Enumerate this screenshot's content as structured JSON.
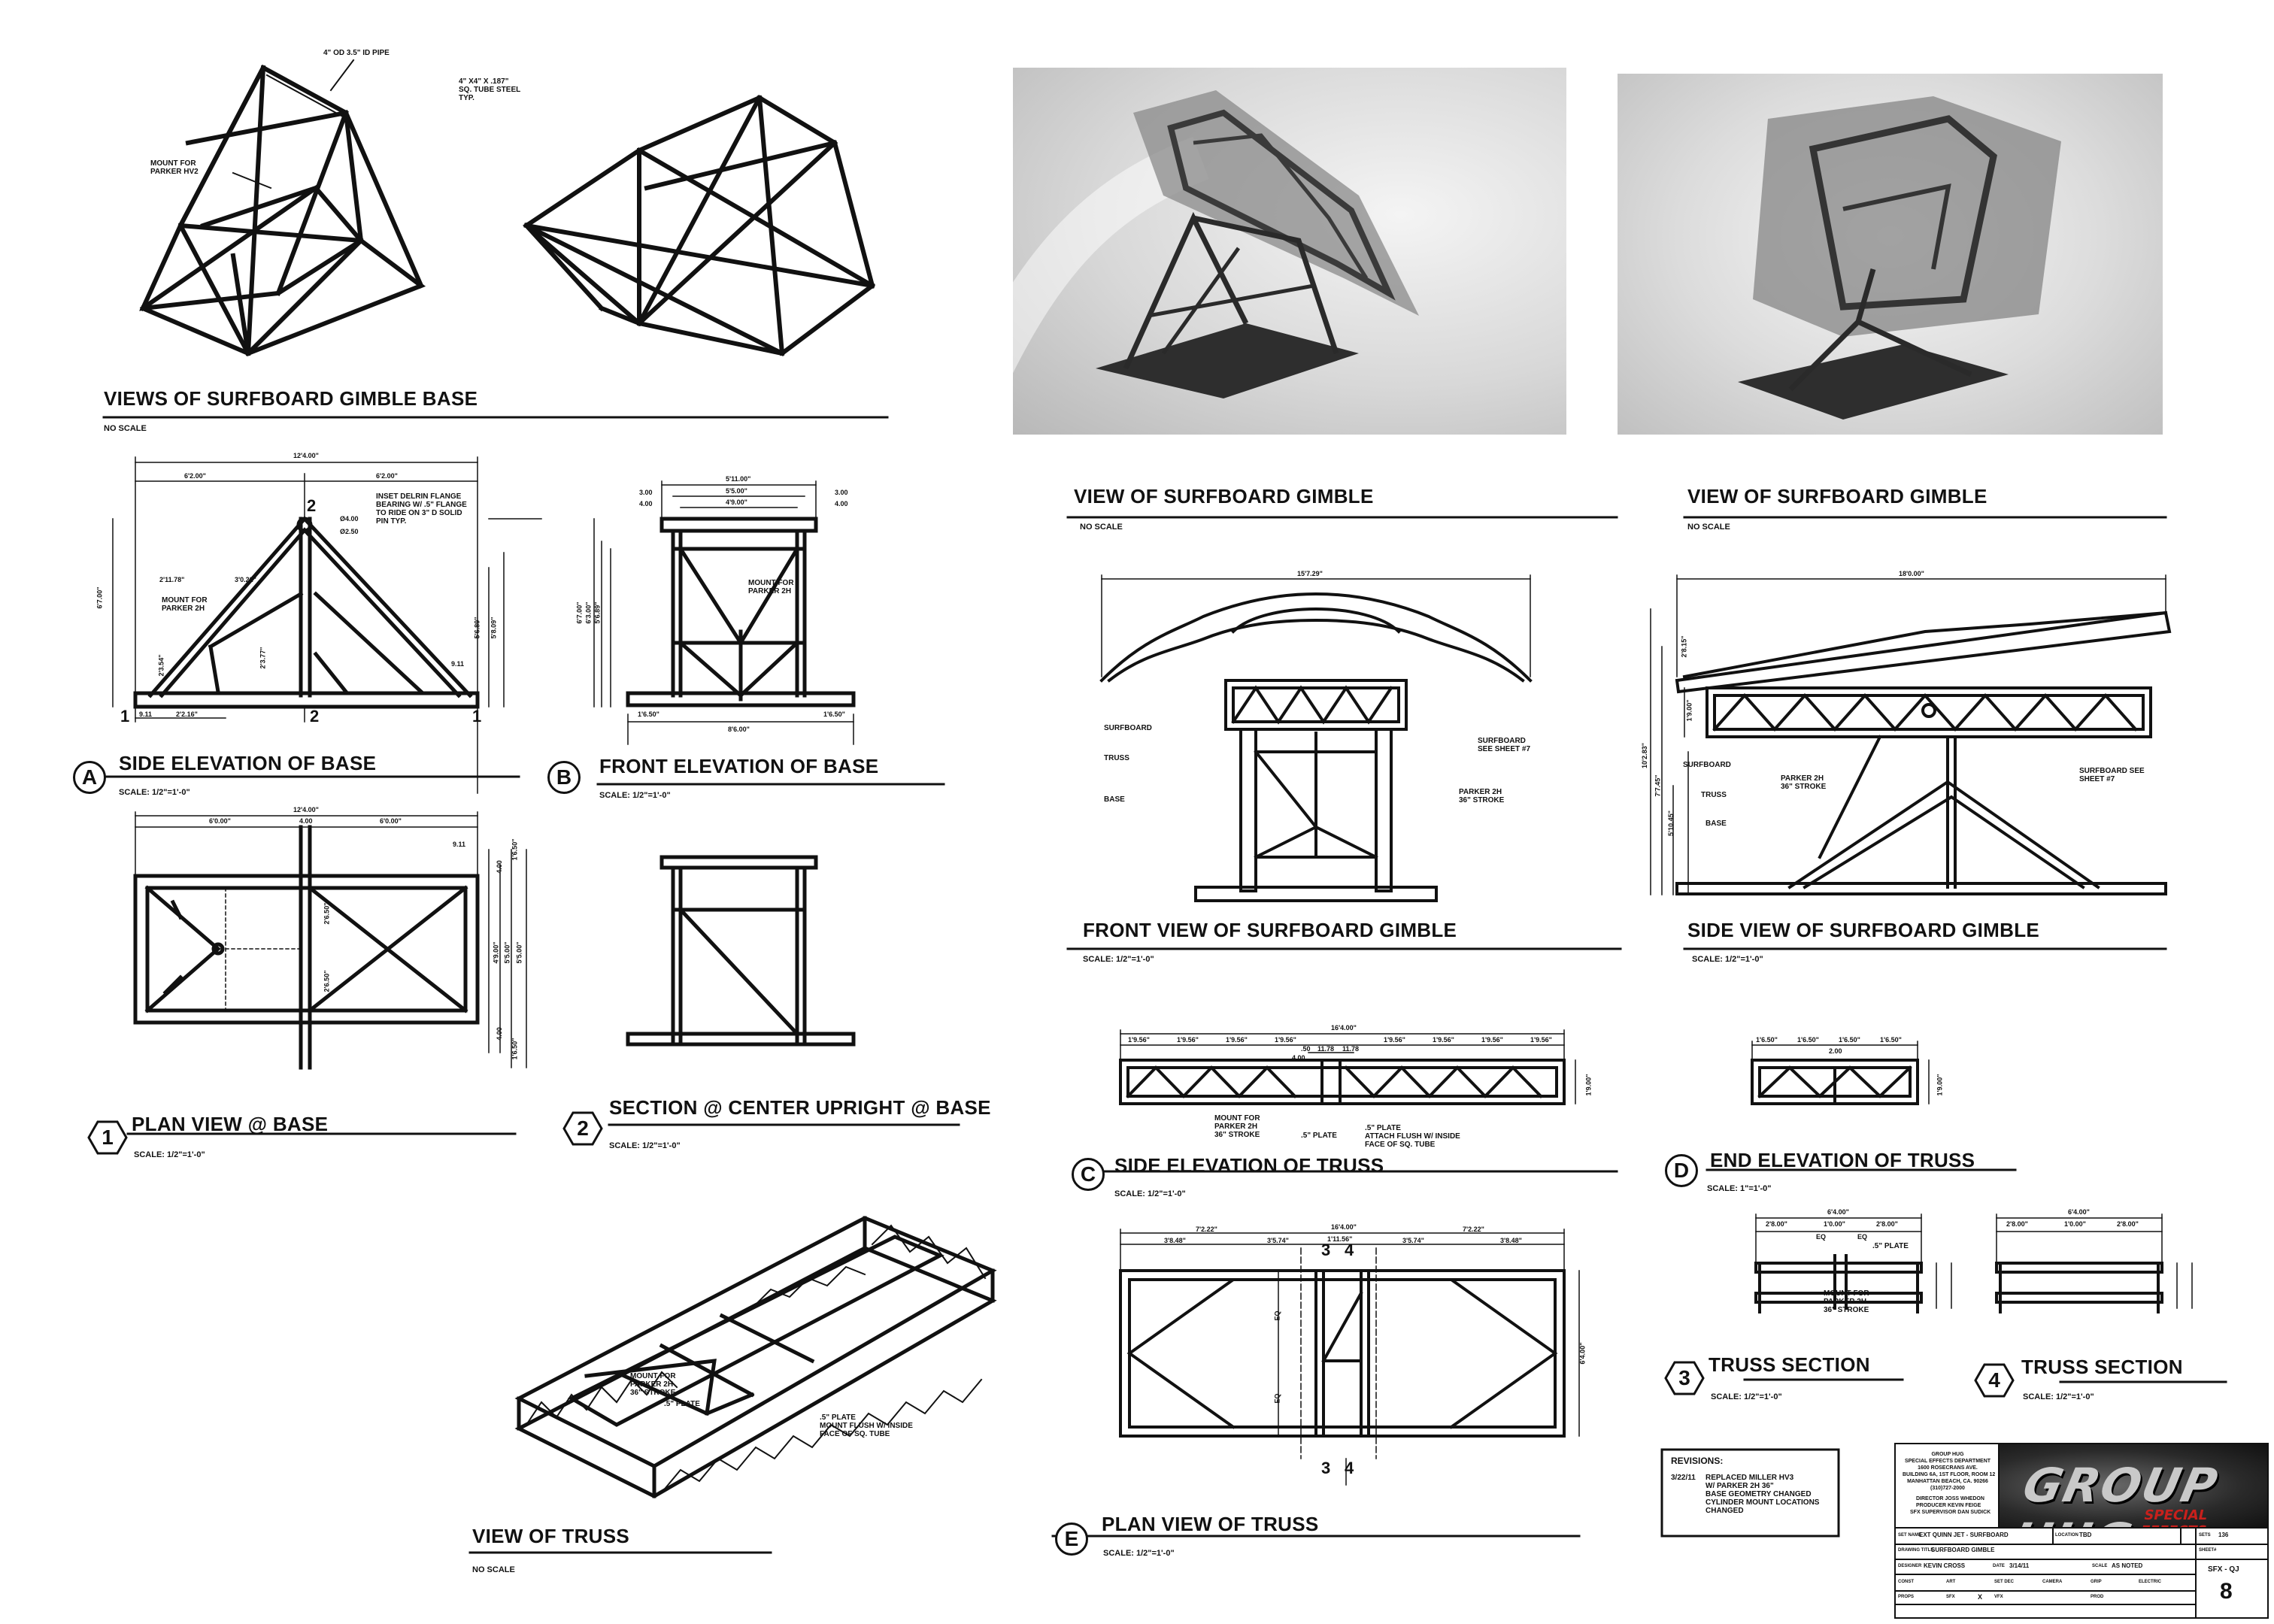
{
  "views": {
    "gimble_base_views": {
      "title": "VIEWS OF SURFBOARD GIMBLE BASE",
      "scale": "NO SCALE"
    },
    "side_elevation_base": {
      "marker": "A",
      "title": "SIDE ELEVATION OF BASE",
      "scale": "SCALE: 1/2\"=1'-0\""
    },
    "front_elevation_base": {
      "marker": "B",
      "title": "FRONT ELEVATION OF BASE",
      "scale": "SCALE: 1/2\"=1'-0\""
    },
    "plan_view_base": {
      "marker": "1",
      "title": "PLAN VIEW @ BASE",
      "scale": "SCALE: 1/2\"=1'-0\""
    },
    "section_center_upright": {
      "marker": "2",
      "title": "SECTION @ CENTER UPRIGHT @ BASE",
      "scale": "SCALE: 1/2\"=1'-0\""
    },
    "view_of_truss": {
      "title": "VIEW OF TRUSS",
      "scale": "NO SCALE"
    },
    "view_gimble_1": {
      "title": "VIEW OF SURFBOARD GIMBLE",
      "scale": "NO SCALE"
    },
    "view_gimble_2": {
      "title": "VIEW OF SURFBOARD GIMBLE",
      "scale": "NO SCALE"
    },
    "front_view_gimble": {
      "title": "FRONT VIEW OF SURFBOARD GIMBLE",
      "scale": "SCALE: 1/2\"=1'-0\""
    },
    "side_view_gimble": {
      "title": "SIDE VIEW OF SURFBOARD GIMBLE",
      "scale": "SCALE: 1/2\"=1'-0\""
    },
    "side_elevation_truss": {
      "marker": "C",
      "title": "SIDE ELEVATION OF TRUSS",
      "scale": "SCALE: 1/2\"=1'-0\""
    },
    "end_elevation_truss": {
      "marker": "D",
      "title": "END ELEVATION OF TRUSS",
      "scale": "SCALE: 1\"=1'-0\""
    },
    "plan_view_truss": {
      "marker": "E",
      "title": "PLAN VIEW OF TRUSS",
      "scale": "SCALE: 1/2\"=1'-0\""
    },
    "truss_section_3": {
      "marker": "3",
      "title": "TRUSS SECTION",
      "scale": "SCALE: 1/2\"=1'-0\""
    },
    "truss_section_4": {
      "marker": "4",
      "title": "TRUSS SECTION",
      "scale": "SCALE: 1/2\"=1'-0\""
    }
  },
  "callouts": {
    "pipe": "4\" OD 3.5\" ID PIPE",
    "tube": "4\" X4\" X .187\"\nSQ. TUBE STEEL\nTYP.",
    "mount_hv2": "MOUNT FOR\nPARKER HV2",
    "delrin": "INSET DELRIN FLANGE\nBEARING W/ .5\" FLANGE\nTO RIDE ON 3\" D SOLID\nPIN TYP.",
    "mount_2h": "MOUNT FOR\nPARKER 2H",
    "mount_2h_b": "MOUNT FOR\nPARKER 2H",
    "truss_mount": "MOUNT FOR\nPARKER 2H\n36\" STROKE",
    "truss_plate": ".5\" PLATE",
    "truss_plate_flush": ".5\" PLATE\nMOUNT FLUSH W/ INSIDE\nFACE OF SQ. TUBE",
    "surfboard": "SURFBOARD",
    "truss": "TRUSS",
    "base": "BASE",
    "surfboard_see": "SURFBOARD\nSEE SHEET #7",
    "parker_36": "PARKER 2H\n36\" STROKE",
    "surfboard_see_b": "SURFBOARD SEE\nSHEET #7",
    "c_mount": "MOUNT FOR\nPARKER 2H\n36\" STROKE",
    "c_plate": ".5\" PLATE\nATTACH FLUSH W/ INSIDE\nFACE OF SQ. TUBE",
    "c_plate_b": ".5\" PLATE",
    "s3_plate": ".5\" PLATE",
    "s3_mount": "MOUNT FOR\nPARKER 2H\n36\" STROKE"
  },
  "dimensions": {
    "a_overall": "12'4.00\"",
    "a_left": "6'2.00\"",
    "a_right": "6'2.00\"",
    "a_h": "6'7.00\"",
    "a_h2": "5'6.89\"",
    "a_h3": "5'8.09\"",
    "a_d1": "2'11.78\"",
    "a_d2": "3'0.22\"",
    "a_d3": "2'3.77\"",
    "a_d4": "2'2.16\"",
    "a_d5": "2'3.54\"",
    "a_d6": "9.11",
    "a_d7": "9.11",
    "a_d8": "Ø4.00",
    "a_d9": "Ø2.50",
    "a_sec": "2",
    "a_sec_b": "1",
    "b_overall": "5'11.00\"",
    "b_1": "5'5.00\"",
    "b_2": "4'9.00\"",
    "b_3": "3.00",
    "b_4": "3.00",
    "b_5": "4.00",
    "b_6": "4.00",
    "b_h": "6'7.00\"",
    "b_h2": "6'3.00\"",
    "b_h3": "5'6.89\"",
    "b_bot": "8'6.00\"",
    "b_l": "1'6.50\"",
    "b_r": "1'6.50\"",
    "p_overall": "12'4.00\"",
    "p_l": "6'0.00\"",
    "p_c": "4.00",
    "p_r": "6'0.00\"",
    "p_911": "9.11",
    "p_650a": "1'6.50\"",
    "p_400a": "4.00",
    "p_250": "2'6.50\"",
    "p_r1": "4'9.00\"",
    "p_r2": "5'5.00\"",
    "p_r3": "5'5.00\"",
    "p_400b": "4.00",
    "p_650b": "1'6.50\"",
    "fv_overall": "15'7.29\"",
    "sv_overall": "18'0.00\"",
    "sv_h1": "2'8.15\"",
    "sv_h2": "1'9.00\"",
    "sv_h3": "10'2.83\"",
    "sv_h4": "7'7.45\"",
    "sv_h5": "5'10.45\"",
    "c_overall": "16'4.00\"",
    "c_seg": [
      "1'9.56\"",
      "1'9.56\"",
      "1'9.56\"",
      "1'9.56\"",
      "1'9.56\"",
      "1'9.56\"",
      "1'9.56\"",
      "1'9.56\""
    ],
    "c_mid": "11.78",
    "c_mid2": "11.78",
    "c_50": ".50",
    "c_400": "4.00",
    "c_h": "1'9.00\"",
    "d_seg": [
      "1'6.50\"",
      "1'6.50\"",
      "1'6.50\"",
      "1'6.50\""
    ],
    "d_200": "2.00",
    "d_h": "1'9.00\"",
    "e_overall": "16'4.00\"",
    "e_l": "7'2.22\"",
    "e_c": "1'11.56\"",
    "e_r": "7'2.22\"",
    "e_s1": "3'8.48\"",
    "e_s2": "3'5.74\"",
    "e_s3": "3'5.74\"",
    "e_s4": "3'8.48\"",
    "e_h": "6'4.00\"",
    "e_eq1": "EQ",
    "e_eq2": "EQ",
    "e_3": "3",
    "e_4": "4",
    "s3_overall": "6'4.00\"",
    "s3_l": "2'8.00\"",
    "s3_c": "1'0.00\"",
    "s3_r": "2'8.00\"",
    "s3_eq1": "EQ",
    "s3_eq2": "EQ",
    "s4_overall": "6'4.00\"",
    "s4_l": "2'8.00\"",
    "s4_c": "1'0.00\"",
    "s4_r": "2'8.00\""
  },
  "revisions": {
    "label": "REVISIONS:",
    "date": "3/22/11",
    "text": "REPLACED MILLER HV3\nW/ PARKER 2H 36\"\nBASE GEOMETRY CHANGED\nCYLINDER MOUNT LOCATIONS\nCHANGED"
  },
  "title_block": {
    "company": "GROUP HUG\nSPECIAL EFFECTS DEPARTMENT\n1600 ROSECRANS AVE.\nBUILDING 6A, 1ST FLOOR, ROOM 12\nMANHATTAN BEACH, CA. 90266\n(310)727-2000",
    "director": "DIRECTOR  JOSS WHEDON",
    "producer": "PRODUCER  KEVIN FEIGE",
    "supervisor": "SFX SUPERVISOR  DAN SUDICK",
    "logo": "GROUP HUG",
    "logo_sub": "SPECIAL EFFECTS",
    "set_name_label": "SET NAME",
    "set_name": "EXT QUINN JET - SURFBOARD",
    "location_label": "LOCATION",
    "location": "TBD",
    "sets_label": "SETS",
    "sets": "136",
    "drawing_title_label": "DRAWING TITLE",
    "drawing_title": "SURFBOARD GIMBLE",
    "sheet_label": "SHEET#",
    "designer_label": "DESIGNER",
    "designer": "KEVIN CROSS",
    "date_label": "DATE",
    "date": "3/14/11",
    "scale_label": "SCALE",
    "scale": "AS NOTED",
    "sheet_code": "SFX - QJ",
    "sheet_num": "8",
    "checks": [
      "CONST",
      "ART",
      "SET DEC",
      "CAMERA",
      "GRIP",
      "ELECTRIC",
      "PROPS",
      "SFX",
      "VFX",
      "PROD"
    ],
    "checked": "X"
  }
}
